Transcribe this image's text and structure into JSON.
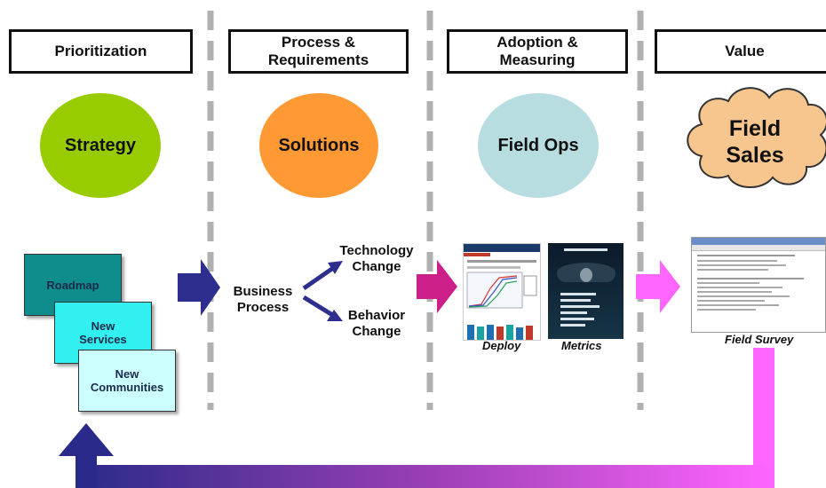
{
  "headers": {
    "prioritization": "Prioritization",
    "process_line1": "Process &",
    "process_line2": "Requirements",
    "adoption_line1": "Adoption &",
    "adoption_line2": "Measuring",
    "value": "Value"
  },
  "circles": {
    "strategy": "Strategy",
    "solutions": "Solutions",
    "field_ops": "Field Ops",
    "field_sales_line1": "Field",
    "field_sales_line2": "Sales"
  },
  "stack": {
    "roadmap": "Roadmap",
    "new_services_line1": "New",
    "new_services_line2": "Services",
    "new_communities_line1": "New",
    "new_communities_line2": "Communities"
  },
  "process": {
    "business_line1": "Business",
    "business_line2": "Process",
    "technology_line1": "Technology",
    "technology_line2": "Change",
    "behavior_line1": "Behavior",
    "behavior_line2": "Change"
  },
  "captions": {
    "deploy": "Deploy",
    "metrics": "Metrics",
    "field_survey": "Field Survey"
  },
  "colors": {
    "strategy": "#99cc00",
    "solutions": "#ff9933",
    "field_ops": "#b7dde0",
    "field_sales": "#f7c68f",
    "roadmap": "#0f8c8c",
    "new_services": "#33f0f0",
    "new_communities": "#ccffff",
    "arrow_navy": "#2e2e8f",
    "arrow_magenta": "#cc1f8a",
    "arrow_pink": "#ff66ff",
    "divider": "#b0b0b0"
  }
}
